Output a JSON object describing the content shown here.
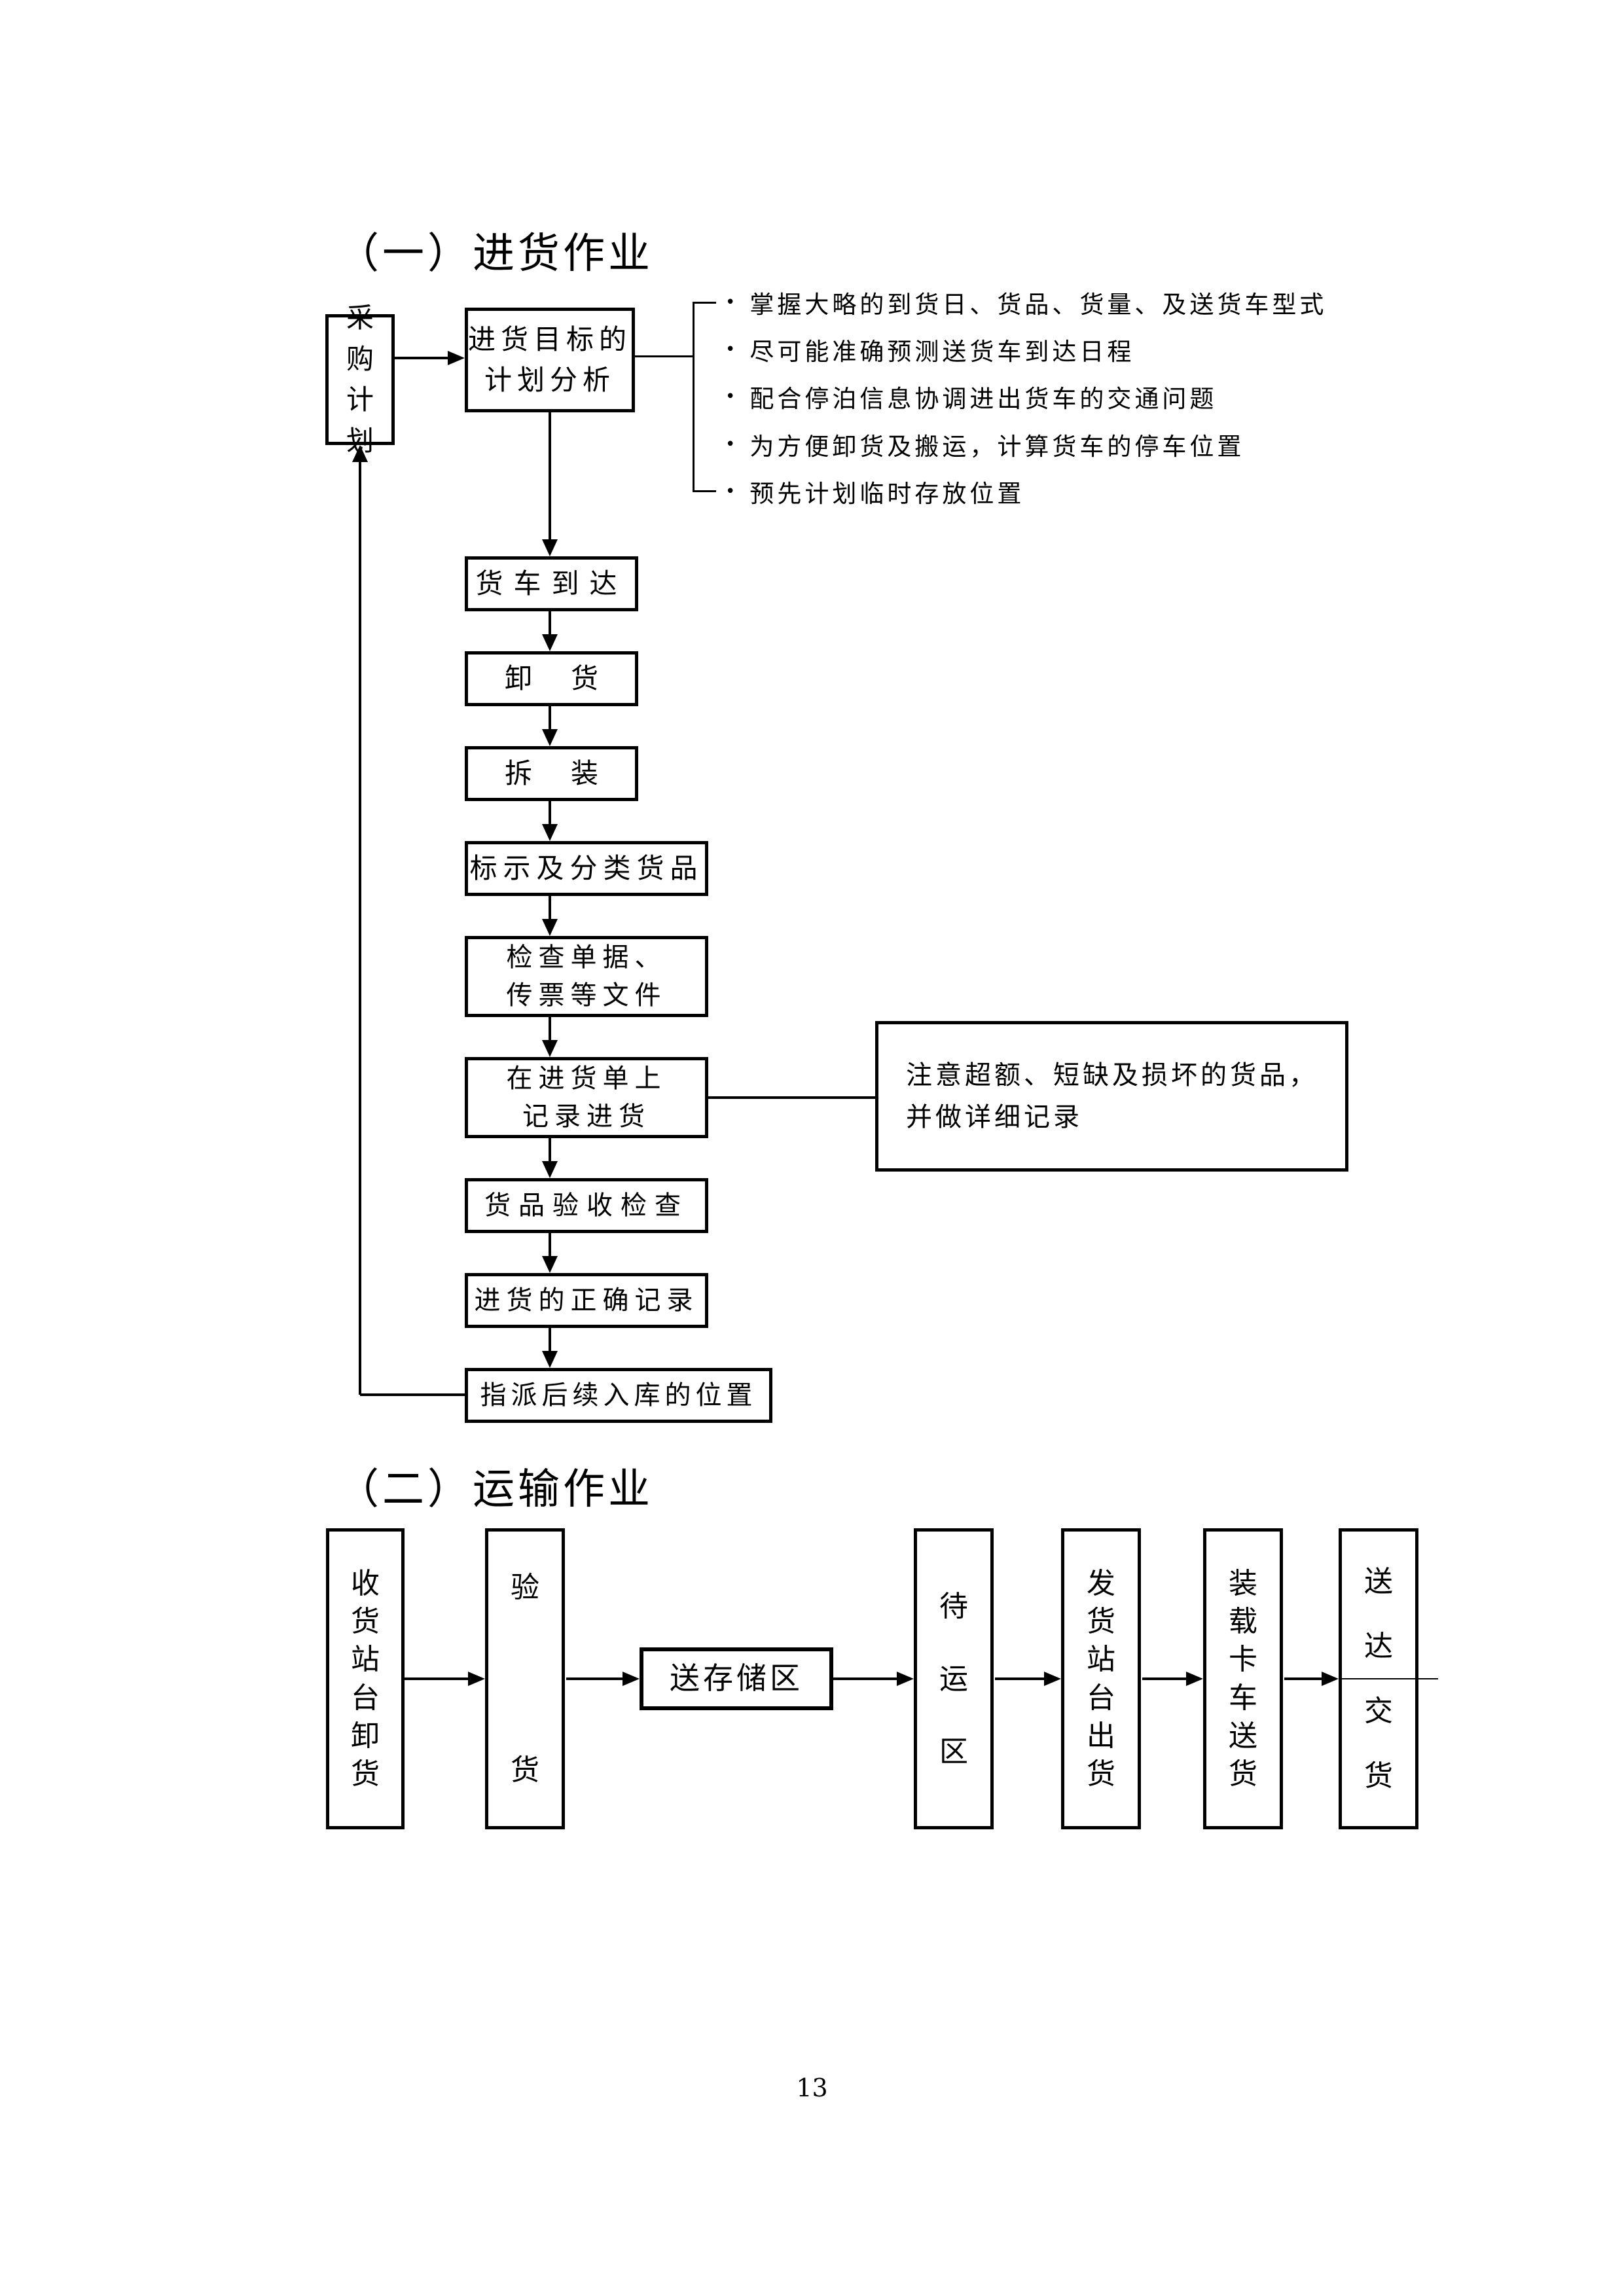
{
  "bullet_glyph": "•",
  "page_number": "13",
  "section1": {
    "title": "（一）进货作业",
    "purchase_plan": "采购计划",
    "target_analysis": {
      "line1": "进货目标的",
      "line2": "计划分析"
    },
    "bullets": [
      "掌握大略的到货日、货品、货量、及送货车型式",
      "尽可能准确预测送货车到达日程",
      "配合停泊信息协调进出货车的交通问题",
      "为方便卸货及搬运，计算货车的停车位置",
      "预先计划临时存放位置"
    ],
    "truck_arrival": "货车到达",
    "unload": {
      "left": "卸",
      "right": "货"
    },
    "unpack": {
      "left": "拆",
      "right": "装"
    },
    "label_classify": "标示及分类货品",
    "check_docs": {
      "line1": "检查单据、",
      "line2": "传票等文件"
    },
    "record_receipt": {
      "line1": "在进货单上",
      "line2": "记录进货"
    },
    "note": {
      "line1": "注意超额、短缺及损坏的货品，",
      "line2": "并做详细记录"
    },
    "inspection": "货品验收检查",
    "correct_record": "进货的正确记录",
    "assign_location": "指派后续入库的位置"
  },
  "section2": {
    "title": "（二）运输作业",
    "receiving_dock": "收货站台卸货",
    "verify": {
      "top": "验",
      "bottom": "货"
    },
    "to_storage": "送存储区",
    "staging_area": "待运区",
    "shipping_dock": "发货站台出货",
    "load_truck": "装载卡车送货",
    "delivery": "送达交货"
  }
}
